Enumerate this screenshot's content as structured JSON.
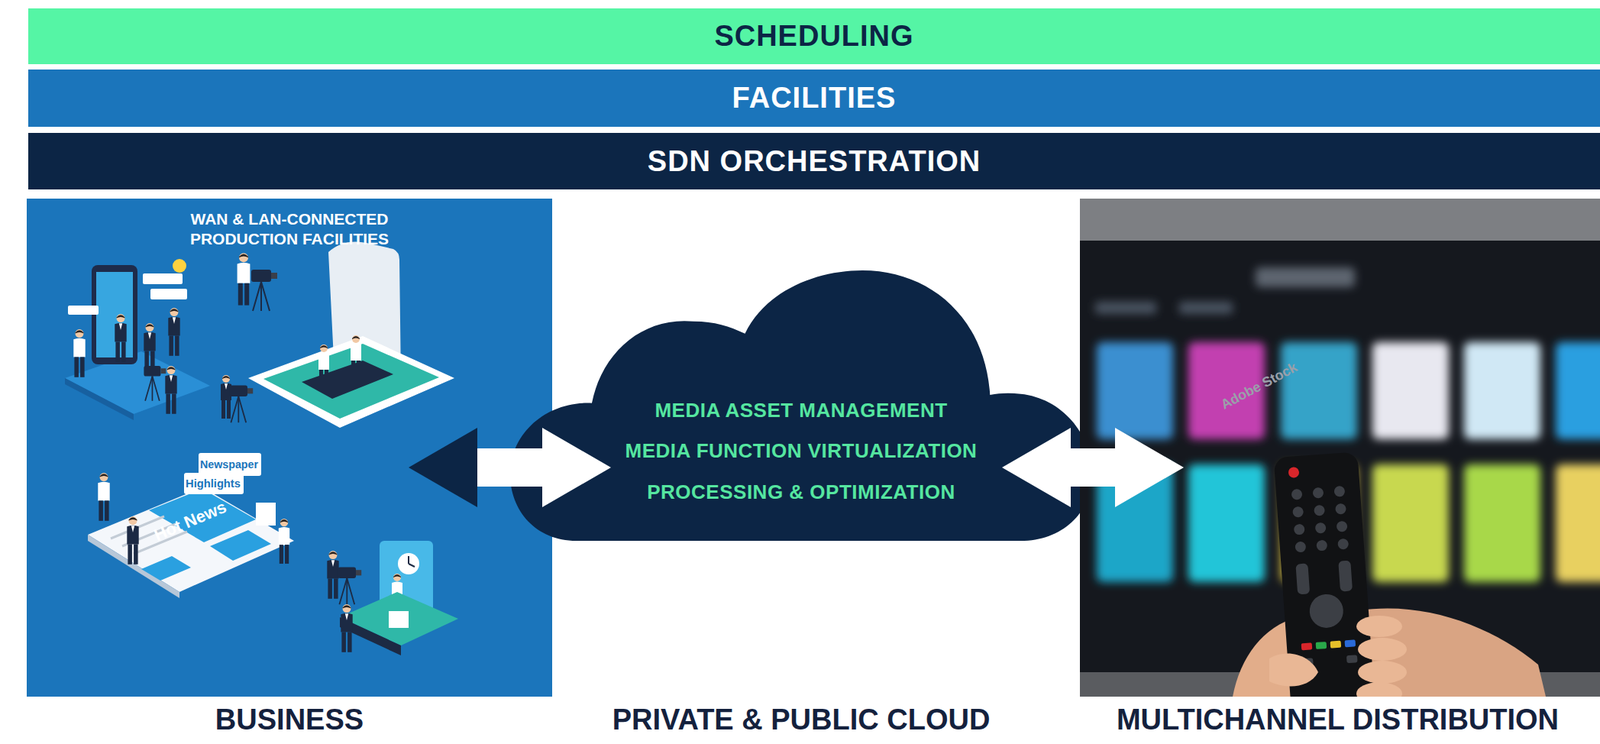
{
  "diagram": {
    "nodes": [
      {
        "text": [
          "SCHEDULING"
        ]
      },
      {
        "text": [
          "FACILITIES"
        ]
      },
      {
        "text": [
          "SDN ORCHESTRATION"
        ]
      },
      {
        "text": [
          "WAN & LAN-CONNECTED PRODUCTION FACILITIES",
          "BUSINESS"
        ]
      },
      {
        "text": [
          "MEDIA ASSET MANAGEMENT",
          "MEDIA FUNCTION VIRTUALIZATION",
          "PROCESSING & OPTIMIZATION",
          "PRIVATE & PUBLIC CLOUD"
        ]
      },
      {
        "text": [
          "MULTICHANNEL DISTRIBUTION"
        ]
      }
    ],
    "edges": [
      {
        "from": 3,
        "to": 4,
        "arrow": "both"
      },
      {
        "from": 4,
        "to": 5,
        "arrow": "both"
      }
    ],
    "labels": [
      "Newspaper",
      "Highlights",
      "Hot News",
      "Adobe Stock"
    ]
  }
}
